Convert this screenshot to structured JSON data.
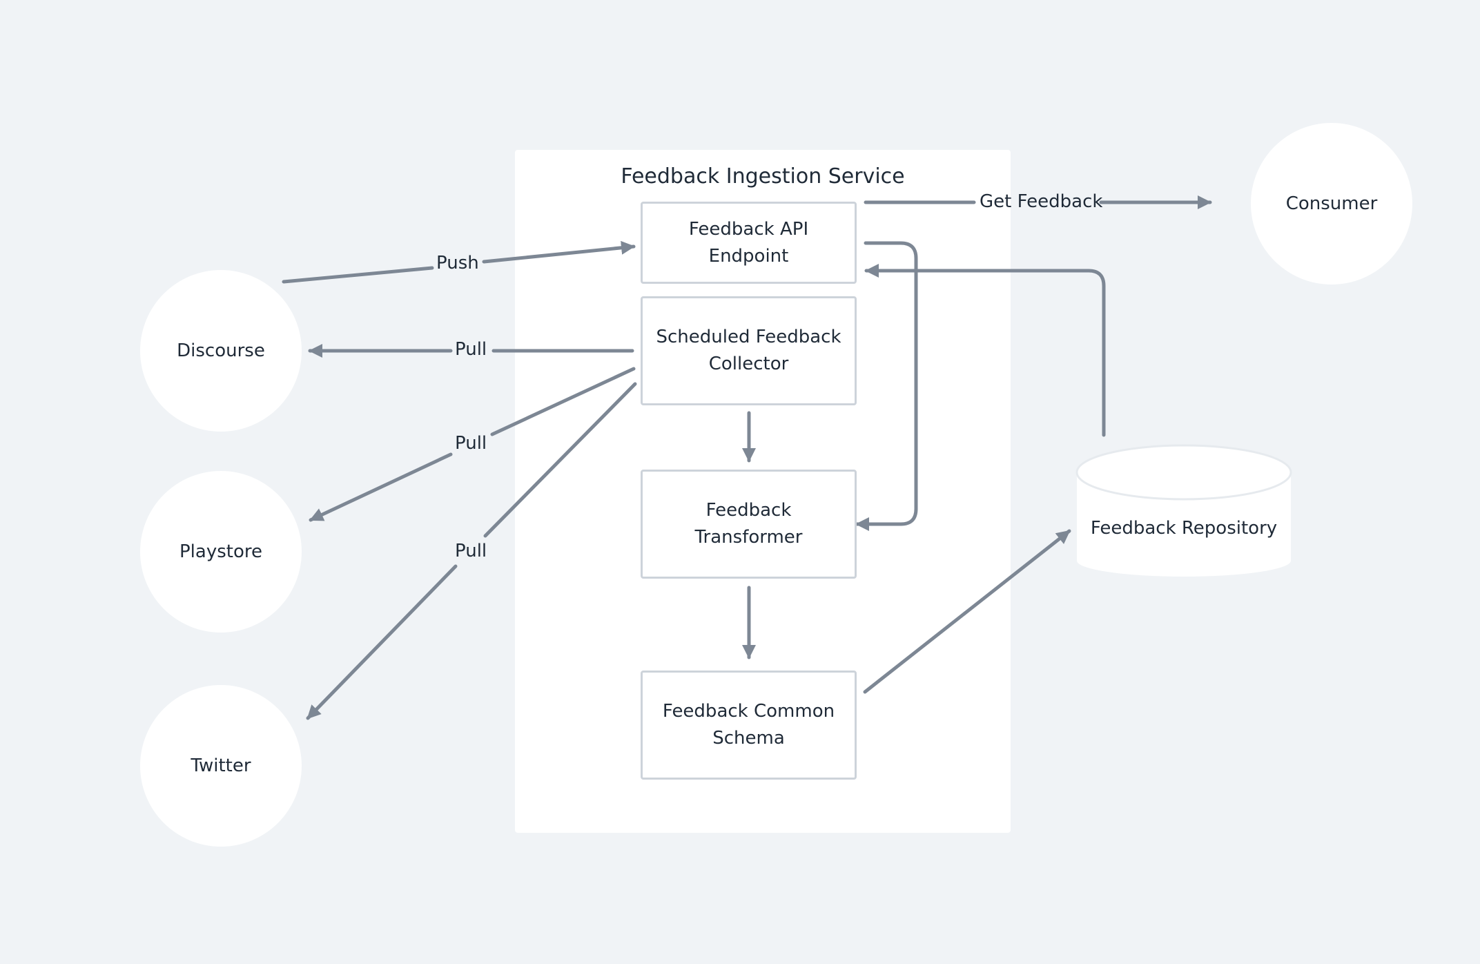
{
  "service": {
    "title": "Feedback Ingestion Service"
  },
  "nodes": {
    "api_endpoint": "Feedback API Endpoint",
    "collector": "Scheduled Feedback Collector",
    "transformer": "Feedback Transformer",
    "schema": "Feedback Common Schema",
    "discourse": "Discourse",
    "playstore": "Playstore",
    "twitter": "Twitter",
    "consumer": "Consumer",
    "repository": "Feedback Repository"
  },
  "edges": {
    "push": "Push",
    "pull_discourse": "Pull",
    "pull_playstore": "Pull",
    "pull_twitter": "Pull",
    "get_feedback": "Get Feedback"
  },
  "colors": {
    "background": "#f0f3f6",
    "arrow": "#7d8794",
    "box_border": "#cdd3da"
  }
}
